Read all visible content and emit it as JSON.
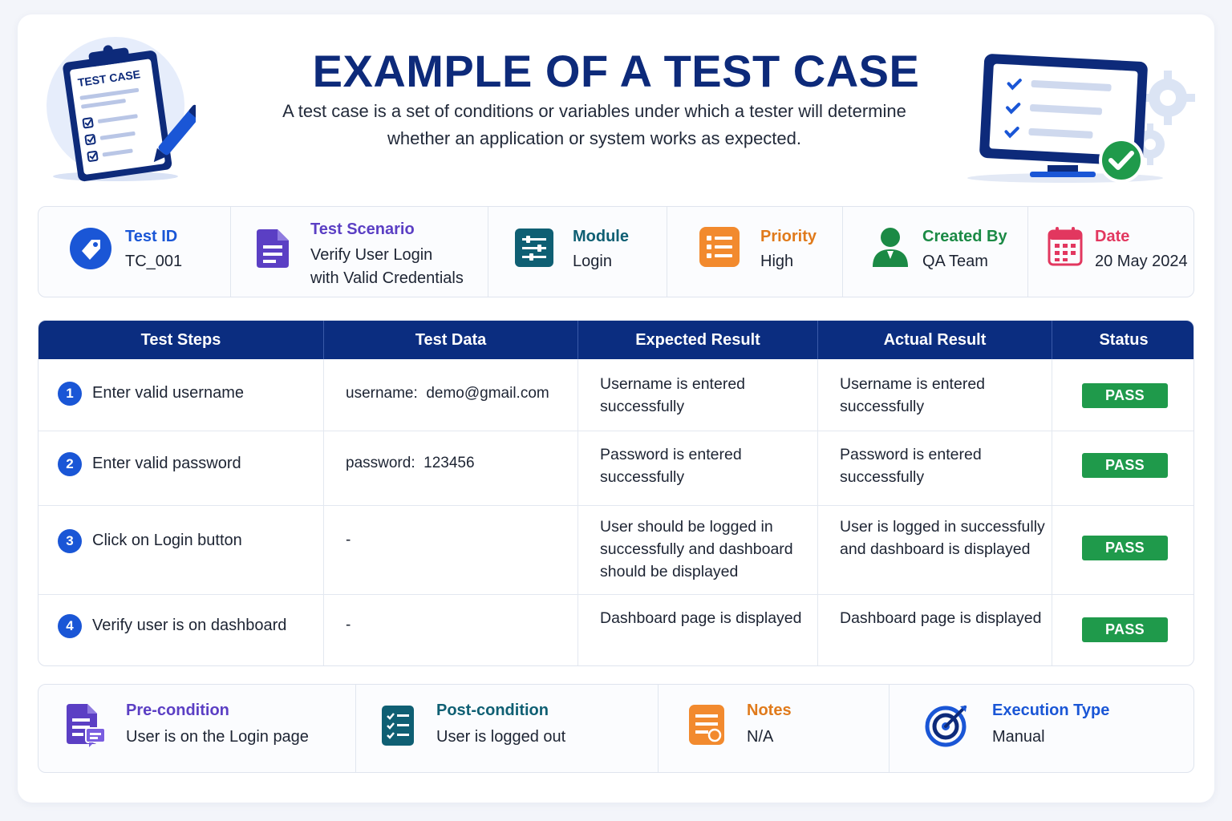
{
  "header": {
    "title": "EXAMPLE OF A TEST CASE",
    "subtitle": "A test case is a set of conditions or variables under which a tester will determine whether an application or system works as expected.",
    "clipboard_label": "TEST CASE"
  },
  "info": [
    {
      "label": "Test ID",
      "value": "TC_001",
      "color": "#1a56d6",
      "icon": "tag-icon"
    },
    {
      "label": "Test Scenario",
      "value_lines": [
        "Verify User Login",
        "with Valid Credentials"
      ],
      "color": "#5b3fc4",
      "icon": "document-icon"
    },
    {
      "label": "Module",
      "value": "Login",
      "color": "#0f5f73",
      "icon": "sliders-icon"
    },
    {
      "label": "Priority",
      "value": "High",
      "color": "#e07a1b",
      "icon": "list-icon"
    },
    {
      "label": "Created By",
      "value": "QA Team",
      "color": "#1b8a45",
      "icon": "user-icon"
    },
    {
      "label": "Date",
      "value": "20 May 2024",
      "color": "#e2375f",
      "icon": "calendar-icon"
    }
  ],
  "table": {
    "headers": [
      "Test Steps",
      "Test Data",
      "Expected Result",
      "Actual Result",
      "Status"
    ],
    "rows": [
      {
        "num": "1",
        "step": "Enter valid username",
        "data": "username:  demo@gmail.com",
        "expected": "Username is entered successfully",
        "actual": "Username is entered successfully",
        "status": "PASS"
      },
      {
        "num": "2",
        "step": "Enter valid password",
        "data": "password:  123456",
        "expected": "Password is entered successfully",
        "actual": "Password is entered successfully",
        "status": "PASS"
      },
      {
        "num": "3",
        "step": "Click on Login button",
        "data": "-",
        "expected": "User should be logged in successfully and dashboard should be displayed",
        "actual": "User is logged in successfully and dashboard is displayed",
        "status": "PASS"
      },
      {
        "num": "4",
        "step": "Verify user is on dashboard",
        "data": "-",
        "expected": "Dashboard page is displayed",
        "actual": "Dashboard page is displayed",
        "status": "PASS"
      }
    ]
  },
  "footer": [
    {
      "label": "Pre-condition",
      "value": "User is on the Login page",
      "color": "#5b3fc4",
      "icon": "precondition-icon"
    },
    {
      "label": "Post-condition",
      "value": "User is logged out",
      "color": "#0f5f73",
      "icon": "checklist-icon"
    },
    {
      "label": "Notes",
      "value": "N/A",
      "color": "#e07a1b",
      "icon": "notes-icon"
    },
    {
      "label": "Execution Type",
      "value": "Manual",
      "color": "#1a56d6",
      "icon": "target-icon"
    }
  ],
  "colors": {
    "brand": "#0d2a7a",
    "header_bg": "#0b2d80",
    "pass": "#1f9a4b"
  }
}
